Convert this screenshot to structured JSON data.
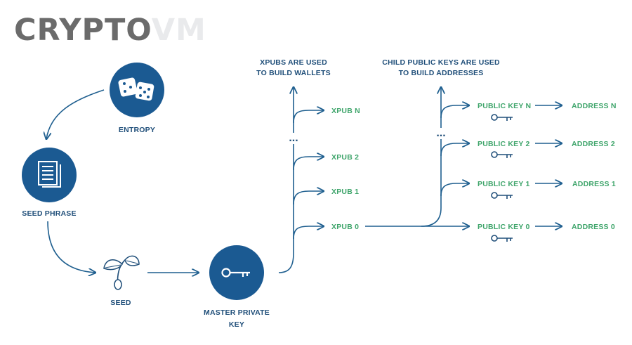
{
  "logo": {
    "part1": "CRYPTO",
    "part2": "VM"
  },
  "nodes": {
    "entropy": "ENTROPY",
    "seed_phrase": "SEED PHRASE",
    "seed": "SEED",
    "master_line1": "MASTER PRIVATE",
    "master_line2": "KEY"
  },
  "headers": {
    "xpubs_line1": "XPUBS ARE USED",
    "xpubs_line2": "TO BUILD WALLETS",
    "child_line1": "CHILD PUBLIC KEYS ARE USED",
    "child_line2": "TO BUILD ADDRESSES"
  },
  "xpubs": [
    "XPUB N",
    "XPUB 2",
    "XPUB 1",
    "XPUB 0"
  ],
  "public_keys": [
    "PUBLIC KEY N",
    "PUBLIC KEY 2",
    "PUBLIC KEY 1",
    "PUBLIC KEY 0"
  ],
  "addresses": [
    "ADDRESS N",
    "ADDRESS 2",
    "ADDRESS 1",
    "ADDRESS 0"
  ],
  "ellipsis": "...",
  "colors": {
    "navy": "#1f4e79",
    "circle": "#1b5a92",
    "green": "#3fa56b",
    "line": "#1f5f8f"
  }
}
